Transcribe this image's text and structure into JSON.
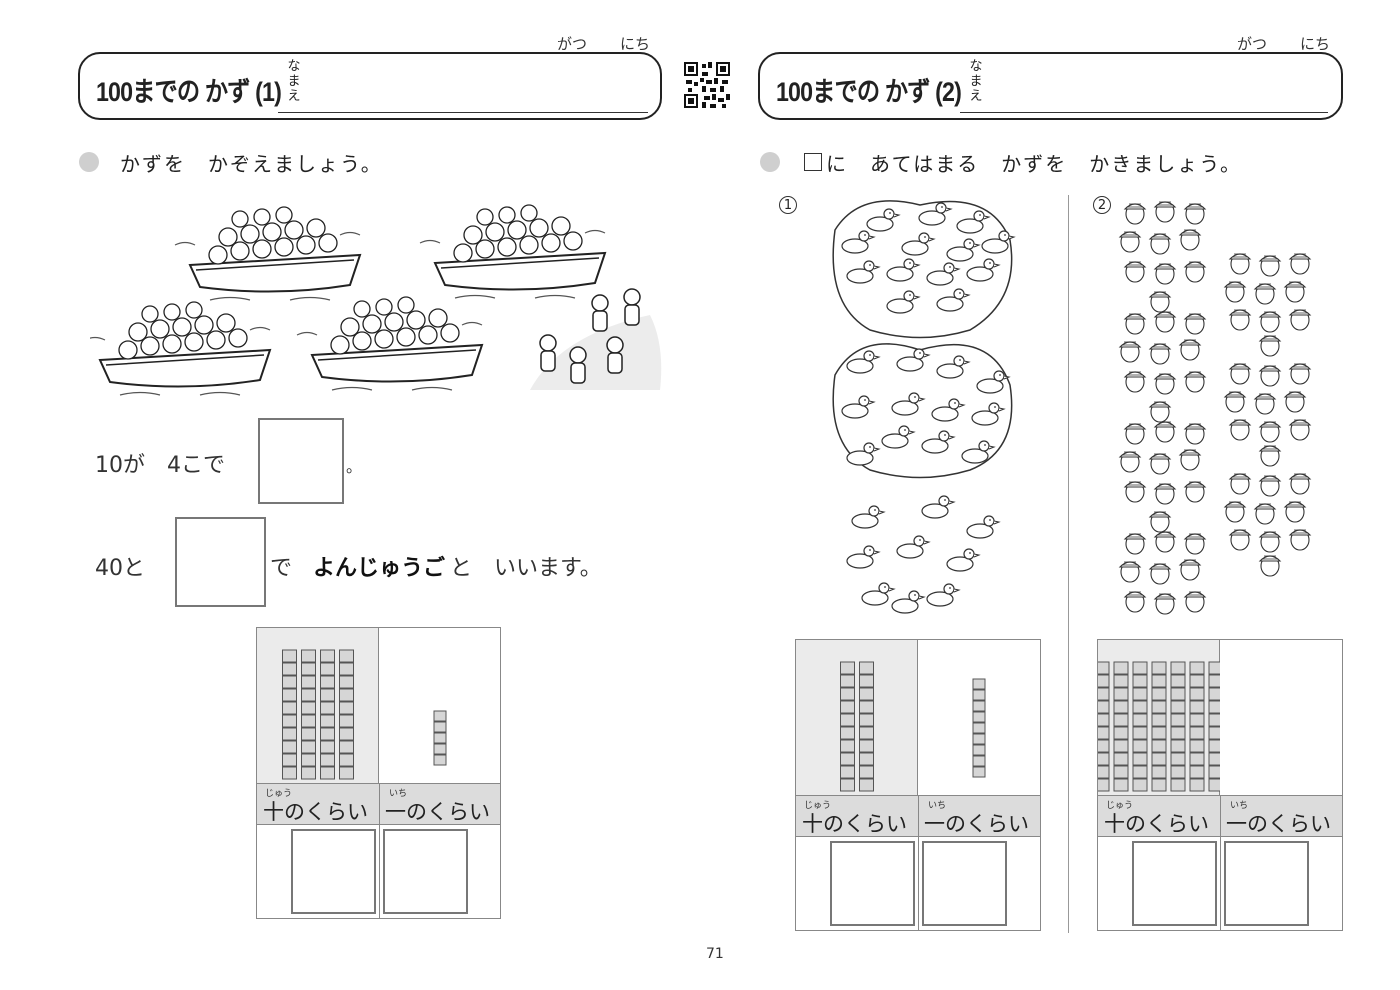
{
  "page_number": "71",
  "left": {
    "date": {
      "month": "がつ",
      "day": "にち"
    },
    "title": "100までの かず (1)",
    "name_label": [
      "な",
      "ま",
      "え"
    ],
    "instruction": "かずを　かぞえましょう。",
    "q1": {
      "prefix": "10が　4こで",
      "suffix": "。"
    },
    "q2": {
      "prefix": "40と",
      "suffix": "で",
      "bold": "よんじゅうご",
      "tail": "と　いいます。"
    },
    "table": {
      "tens_label": "十のくらい",
      "tens_ruby": "じゅう",
      "ones_label": "一のくらい",
      "ones_ruby": "いち",
      "tens_rods": 4,
      "ones_cubes": 5
    }
  },
  "right": {
    "date": {
      "month": "がつ",
      "day": "にち"
    },
    "title": "100までの かず (2)",
    "name_label": [
      "な",
      "ま",
      "え"
    ],
    "instruction": "に　あてはまる　かずを　かきましょう。",
    "problem1": {
      "number": "1",
      "tens_rods": 2,
      "ones_cubes": 9,
      "tens_label": "十のくらい",
      "tens_ruby": "じゅう",
      "ones_label": "一のくらい",
      "ones_ruby": "いち"
    },
    "problem2": {
      "number": "2",
      "tens_rods": 7,
      "ones_cubes": 0,
      "tens_label": "十のくらい",
      "tens_ruby": "じゅう",
      "ones_label": "一のくらい",
      "ones_ruby": "いち"
    }
  },
  "icons": {
    "qr": "qr-code-icon",
    "monkey_boat": "monkey-boat-icon",
    "monkey": "monkey-icon",
    "duck": "duck-icon",
    "acorn": "acorn-icon",
    "pond": "pond-icon"
  },
  "colors": {
    "table_head": "#dcdcdc",
    "tens_cell": "#ebebeb",
    "bullet": "#cfcfcf",
    "line": "#222222"
  }
}
